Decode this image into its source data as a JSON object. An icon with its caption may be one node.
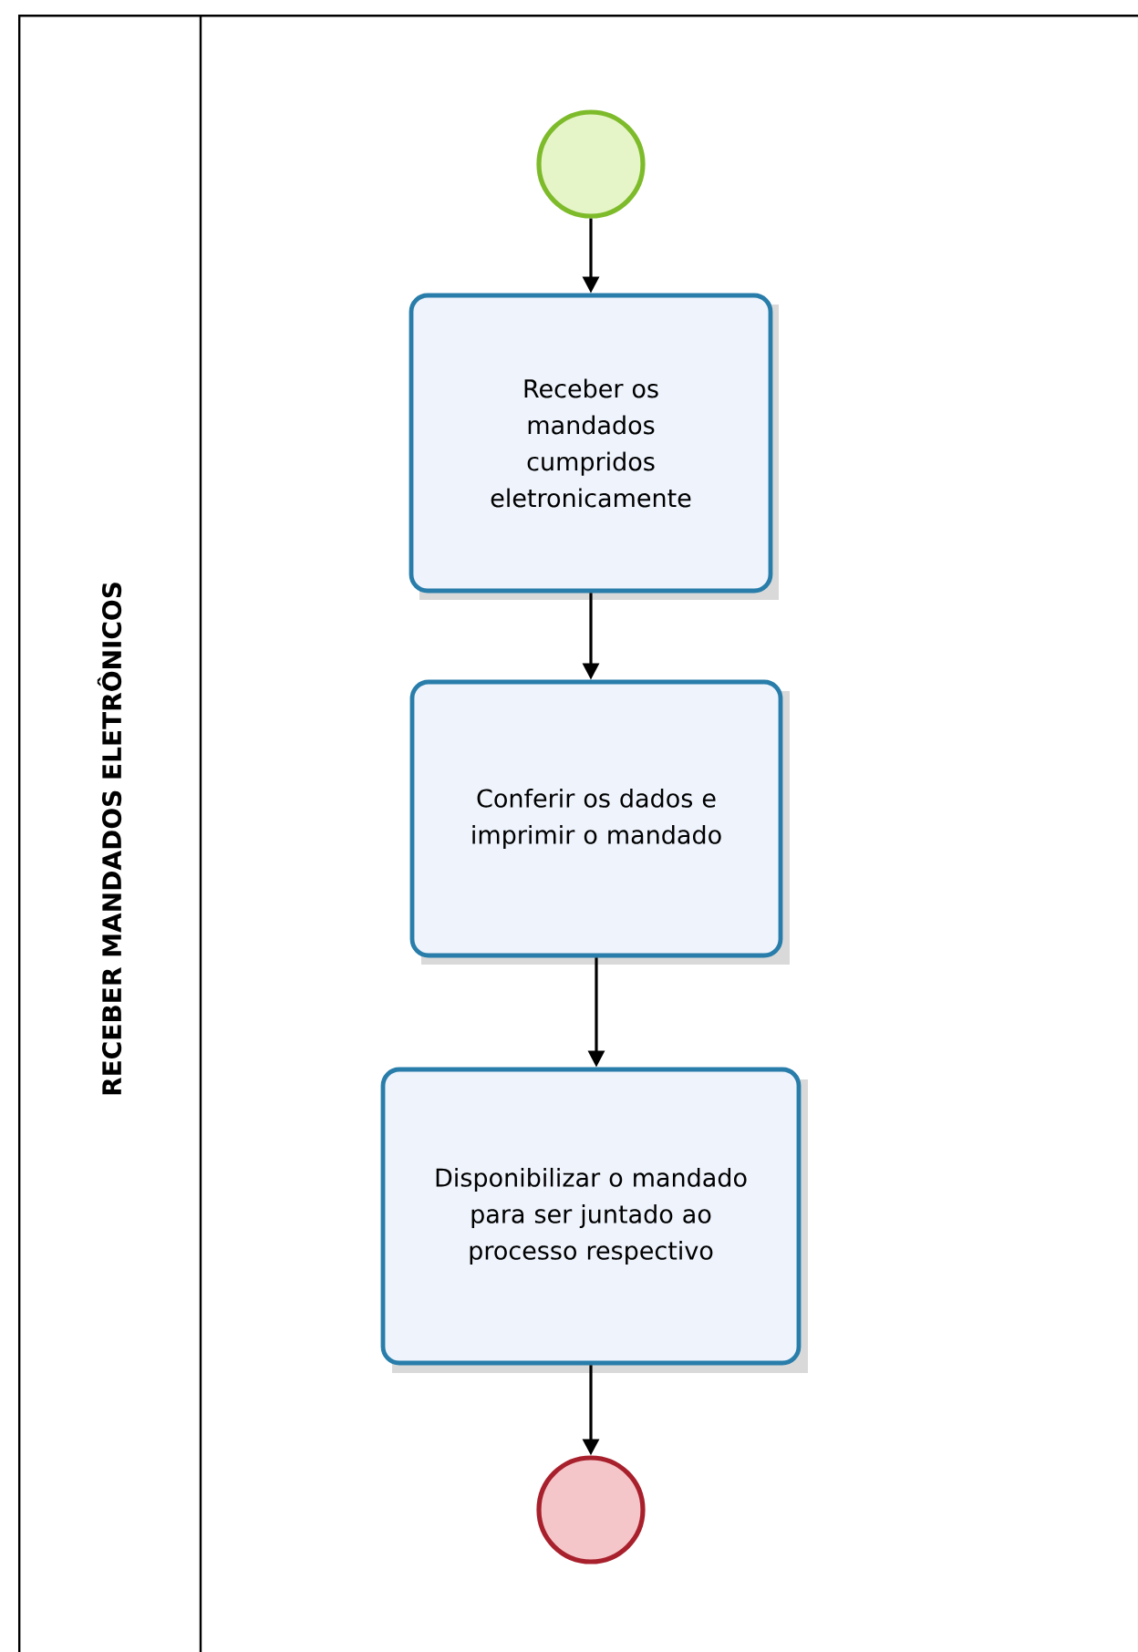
{
  "diagram": {
    "nodes": [
      {
        "text": [
          "RECEBER MANDADOS ELETRÔNICOS"
        ]
      },
      {
        "text": [],
        "shape": "circle",
        "in": 0
      },
      {
        "text": [
          "Receber os mandados cumpridos eletronicamente"
        ],
        "in": 0
      },
      {
        "text": [
          "Conferir os dados e imprimir o mandado"
        ],
        "in": 0
      },
      {
        "text": [
          "Disponibilizar o mandado para ser juntado ao processo respectivo"
        ],
        "in": 0
      },
      {
        "text": [],
        "shape": "circle",
        "in": 0
      }
    ],
    "edges": [
      {
        "from": 1,
        "to": 2,
        "arrow": "to"
      },
      {
        "from": 2,
        "to": 3,
        "arrow": "to"
      },
      {
        "from": 3,
        "to": 4,
        "arrow": "to"
      },
      {
        "from": 4,
        "to": 5,
        "arrow": "to"
      }
    ]
  }
}
